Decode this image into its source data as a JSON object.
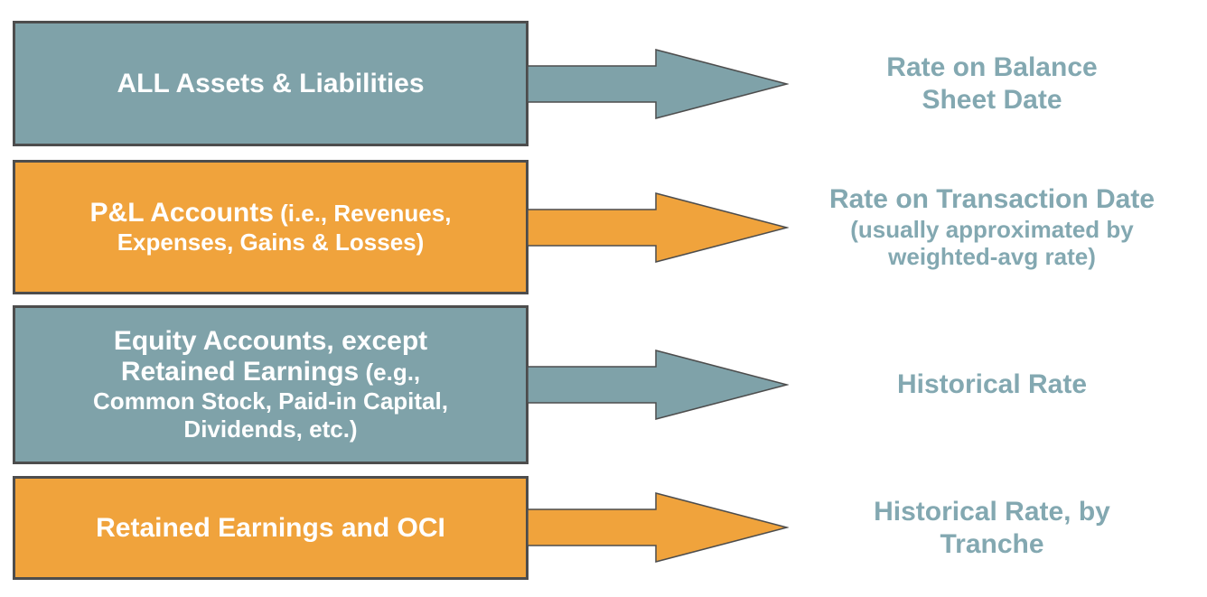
{
  "colors": {
    "box_teal": "#7FA2A9",
    "box_orange": "#F0A33C",
    "box_border": "#4D4D4D",
    "arrow_outline": "#4D4D4D",
    "box_text": "#FFFFFF",
    "result_text": "#83A8B1"
  },
  "rows": [
    {
      "box_text_main": "ALL Assets & Liabilities",
      "color_name": "teal",
      "result_line1": "Rate on Balance",
      "result_line2": "Sheet Date"
    },
    {
      "box_line1_main": "P&L Accounts",
      "box_line1_small": " (i.e., Revenues,",
      "box_line2_small": "Expenses, Gains & Losses)",
      "color_name": "orange",
      "result_line1": "Rate on Transaction Date",
      "result_line2_small": "(usually approximated by",
      "result_line3_small": "weighted-avg rate)"
    },
    {
      "box_line1_main": "Equity Accounts, except",
      "box_line2_main": "Retained Earnings",
      "box_line2_small": " (e.g.,",
      "box_line3_small": "Common Stock, Paid-in Capital,",
      "box_line4_small": "Dividends, etc.)",
      "color_name": "teal",
      "result_line1": "Historical Rate"
    },
    {
      "box_text_main": "Retained Earnings and OCI",
      "color_name": "orange",
      "result_line1": "Historical Rate, by",
      "result_line2": "Tranche"
    }
  ]
}
